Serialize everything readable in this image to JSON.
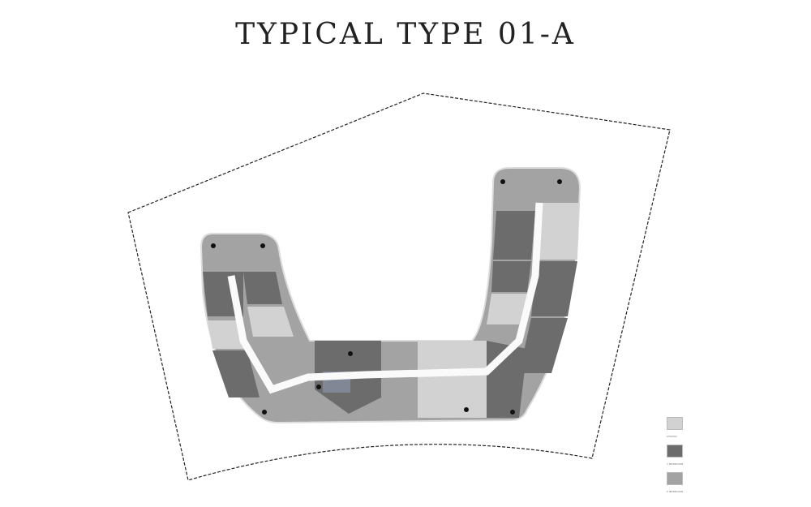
{
  "title": "TYPICAL TYPE 01-A",
  "legend": [
    {
      "label": "STUDIO",
      "color": "#d2d2d2"
    },
    {
      "label": "1 BEDROOM",
      "color": "#6c6c6c"
    },
    {
      "label": "2 BEDROOM",
      "color": "#a3a3a3"
    }
  ]
}
